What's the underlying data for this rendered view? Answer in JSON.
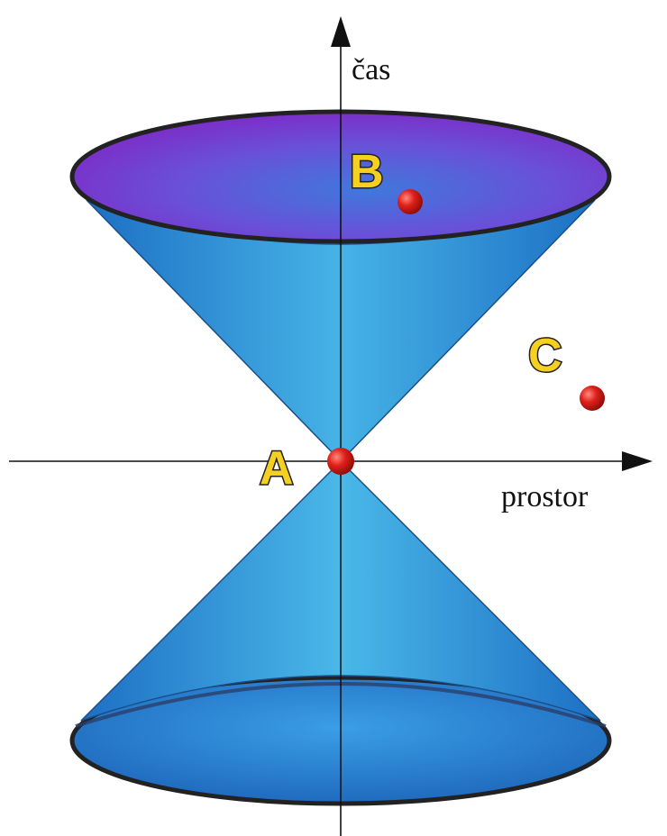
{
  "axes": {
    "time_label": "čas",
    "space_label": "prostor"
  },
  "points": {
    "a_label": "A",
    "b_label": "B",
    "c_label": "C"
  },
  "colors": {
    "cone_blue": "#2f8fdc",
    "future_disk": "#7b3fd6",
    "past_disk": "#1e74cc",
    "event_red": "#e0201a",
    "label_yellow": "#f5d020",
    "outline": "#222222"
  }
}
